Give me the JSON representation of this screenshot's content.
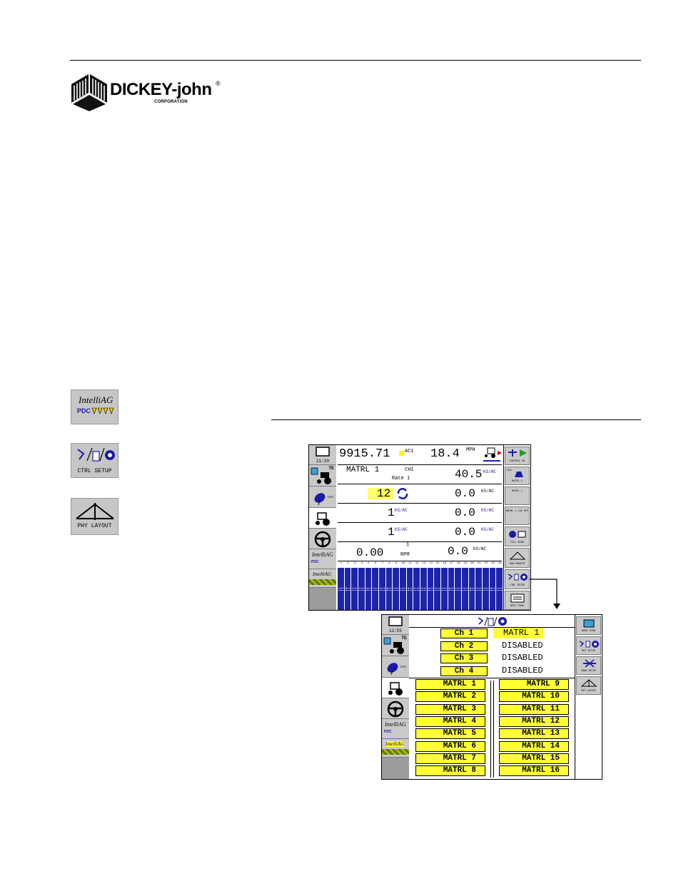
{
  "logo": {
    "brand": "DICKEY-john",
    "reg": "®",
    "corp": "CORPORATION"
  },
  "side_icons": {
    "intellag_pdc": {
      "word": "IntelliAG",
      "sub": "PDC"
    },
    "ctrl_setup": {
      "label": "CTRL SETUP"
    },
    "phy_layout": {
      "label": "PHY LAYOUT"
    }
  },
  "screen1": {
    "clock": "11:20",
    "area": "9915.71",
    "area_unit": "AC1",
    "speed": "18.4",
    "speed_unit": "MPH",
    "matrl": "MATRL 1",
    "channel": "CH1",
    "rate_label": "Rate 1",
    "rate_actual": "40.5",
    "rate_unit": "KS/AC",
    "row3_target": "12",
    "row3_value": "0.0",
    "row4_left": "1",
    "row4_value": "0.0",
    "row5_left": "1",
    "row5_value": "0.0",
    "row6_left": "0.00",
    "row6_sup": "1",
    "row6_unit": "RPM",
    "row6_value": "0.0",
    "unit_small": "KS/AC",
    "gps_label": "GPS",
    "te_label": "TE",
    "pdc_label": "PDC",
    "intellag_label": "IntelliAG",
    "row_numbers": [
      "1",
      "2",
      "3",
      "4",
      "5",
      "6",
      "7",
      "8",
      "9",
      "10",
      "11",
      "12",
      "13",
      "14",
      "15",
      "16",
      "17",
      "18",
      "19",
      "20",
      "21",
      "22",
      "23",
      "24"
    ],
    "right_buttons": [
      "CONTROL ON",
      "MATRL 1",
      "MATRL 1",
      "MATRL 1 CH1 OFF",
      "FILL BINS",
      "ROW MONITR",
      "CTRL SETUP",
      "NEXT PAGE"
    ],
    "ch1_label": "CH1"
  },
  "screen2": {
    "clock": "12:55",
    "channels": [
      "Ch 1",
      "Ch 2",
      "Ch 3",
      "Ch 4"
    ],
    "channel_values": [
      "MATRL 1",
      "DISABLED",
      "DISABLED",
      "DISABLED"
    ],
    "matrl_left": [
      "MATRL 1",
      "MATRL 2",
      "MATRL 3",
      "MATRL 4",
      "MATRL 5",
      "MATRL 6",
      "MATRL 7",
      "MATRL 8"
    ],
    "matrl_right": [
      "MATRL 9",
      "MATRL 10",
      "MATRL 11",
      "MATRL 12",
      "MATRL 13",
      "MATRL 14",
      "MATRL 15",
      "MATRL 16"
    ],
    "right_buttons": [
      "WORK SCRN",
      "MAT SETUP",
      "CHAN SETUP",
      "PHY LAYOUT"
    ],
    "gps_label": "GPS",
    "te_label": "TE",
    "pdc_label": "PDC",
    "intellag_label": "IntelliAG"
  }
}
